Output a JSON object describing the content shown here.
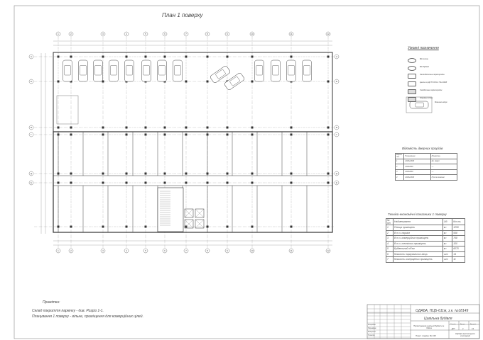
{
  "title": "План 1 поверху",
  "axes_letters": [
    "1",
    "2",
    "3",
    "4",
    "5",
    "6",
    "7",
    "8",
    "9",
    "10",
    "11",
    "12"
  ],
  "axes_rows": [
    "А",
    "Б",
    "В",
    "Г",
    "Д",
    "Е"
  ],
  "legend": {
    "title": "Умовні позначення",
    "items": [
      "Вісі колон",
      "Вісі будівлі",
      "Залізобетонна перегородка",
      "Цегла по ДСТУ Б В.2.7-61:2008",
      "Газобетонні перегородки",
      "Зовнішні стіни"
    ],
    "car_label": "Машино-місце"
  },
  "doors": {
    "title": "Відомість дверних прорізів",
    "headers": [
      "Марка поз.",
      "Позначення",
      "Примітка"
    ],
    "rows": [
      [
        "1",
        "2100х1000",
        "Ел. двері"
      ],
      [
        "2",
        "2100х900",
        "—"
      ],
      [
        "3",
        "2100х800",
        "—"
      ],
      [
        "4",
        "2100х1000",
        "Протипожежні"
      ]
    ]
  },
  "tep": {
    "title": "Техніко-економічні показники 1 поверху",
    "headers": [
      "№ п/п",
      "Найменування",
      "Од.",
      "Кіл-ть"
    ],
    "rows": [
      [
        "1",
        "Площа приміщень",
        "м²",
        "1250"
      ],
      [
        "2",
        "В т.ч. паркінг",
        "м²",
        "558"
      ],
      [
        "3",
        "В т.ч. комерційних приміщень",
        "м²",
        "768"
      ],
      [
        "4",
        "В т.ч. технічних приміщень",
        "м²",
        "100"
      ],
      [
        "5",
        "Будівельний об'єм",
        "м³",
        "6070"
      ],
      [
        "6",
        "Кількість паркувальних місць",
        "шт",
        "14"
      ],
      [
        "7",
        "Кількість комерційних приміщень",
        "шт",
        "11"
      ]
    ]
  },
  "notes": {
    "title": "Примітки:",
    "lines": [
      "Склад покриття паркінгу - див. Розріз 1-1.",
      "Планування 1 поверху - вільне, приміщення для комерційних цілей."
    ]
  },
  "stamp": {
    "org": "ОДАБА, ПЦБ-611м, з.к. №18149",
    "object": "Цивільна будівля",
    "project": "Проектування цивільної будівлі в м. Одеса",
    "stage_h": "Стадія",
    "sheet_h": "Аркуш",
    "sheets_h": "Аркушів",
    "stage": "ДП",
    "sheet": "1",
    "sheets": "11",
    "drawing": "План 1 поверху, М1:100",
    "dept": "Кафедра архітектурних конструкцій",
    "roles": [
      "Розробив",
      "Перевірив",
      "Консульт.",
      "Н.контр."
    ]
  }
}
